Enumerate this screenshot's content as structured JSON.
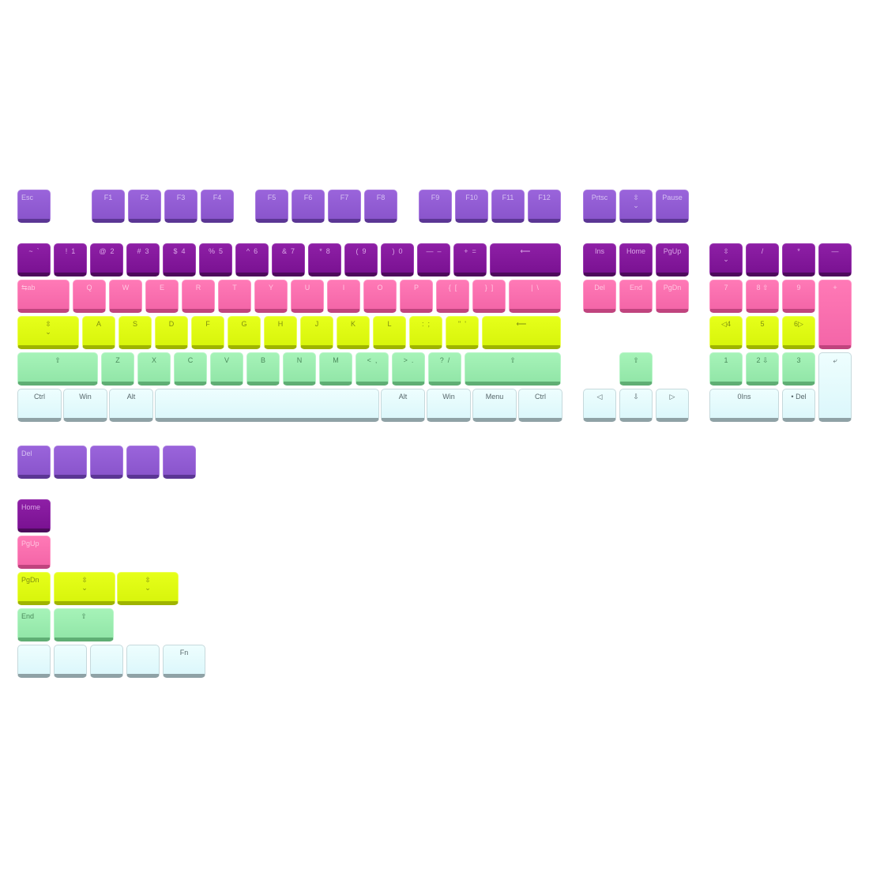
{
  "colors": {
    "dark_purple": "#851aa0",
    "lavender": "#9360d6",
    "pink": "#fb70b1",
    "lime": "#dffa10",
    "mint": "#9cedb0",
    "ice": "#e6fbfd"
  },
  "keys": {
    "esc": "Esc",
    "f1": "F1",
    "f2": "F2",
    "f3": "F3",
    "f4": "F4",
    "f5": "F5",
    "f6": "F6",
    "f7": "F7",
    "f8": "F8",
    "f9": "F9",
    "f10": "F10",
    "f11": "F11",
    "f12": "F12",
    "prtsc": "Prtsc",
    "scroll": "⇳\n⌄",
    "pause": "Pause",
    "grave": "~  `",
    "k1": "!  1",
    "k2": "@  2",
    "k3": "#  3",
    "k4": "$  4",
    "k5": "%  5",
    "k6": "^  6",
    "k7": "&  7",
    "k8": "*  8",
    "k9": "(  9",
    "k0": ")  0",
    "minus": "—  –",
    "equal": "+  =",
    "backspace": "⟵",
    "ins": "Ins",
    "home": "Home",
    "pgup": "PgUp",
    "numlock": "⇳\n⌄",
    "num_slash": "/",
    "num_star": "*",
    "num_minus": "—",
    "tab": "⇆ab",
    "q": "Q",
    "w": "W",
    "e": "E",
    "r": "R",
    "t": "T",
    "y": "Y",
    "u": "U",
    "i": "I",
    "o": "O",
    "p": "P",
    "lbracket": "{  [",
    "rbracket": "}  ]",
    "backslash": "|  \\",
    "del": "Del",
    "end": "End",
    "pgdn": "PgDn",
    "num7": "7",
    "num8": "8 ⇧",
    "num9": "9",
    "num_plus": "+",
    "caps": "⇳\n⌄",
    "a": "A",
    "s": "S",
    "d": "D",
    "f": "F",
    "g": "G",
    "h": "H",
    "j": "J",
    "k": "K",
    "l": "L",
    "semicolon": ":  ;",
    "quote": "\"  '",
    "enter": "⟵",
    "num4": "◁4",
    "num5": "5",
    "num6": "6▷",
    "lshift": "⇧",
    "z": "Z",
    "x": "X",
    "c": "C",
    "v": "V",
    "b": "B",
    "n": "N",
    "m": "M",
    "comma": "<  ,",
    "period": ">  .",
    "slash": "?  /",
    "rshift": "⇧",
    "up": "⇧",
    "num1": "1",
    "num2": "2 ⇩",
    "num3": "3",
    "num_enter": "⤶",
    "lctrl": "Ctrl",
    "lwin": "Win",
    "lalt": "Alt",
    "space": "",
    "ralt": "Alt",
    "rwin": "Win",
    "menu": "Menu",
    "rctrl": "Ctrl",
    "left": "◁",
    "down": "⇩",
    "right": "▷",
    "num0": "0Ins",
    "num_dot": "• Del",
    "extra_del": "Del",
    "extra_p2": "",
    "extra_p3": "",
    "extra_p4": "",
    "extra_p5": "",
    "extra_home": "Home",
    "extra_pgup": "PgUp",
    "extra_pgdn": "PgDn",
    "extra_caps1": "⇳\n⌄",
    "extra_caps2": "⇳\n⌄",
    "extra_end": "End",
    "extra_shift": "⇧",
    "extra_c1": "",
    "extra_c2": "",
    "extra_c3": "",
    "extra_c4": "",
    "extra_fn": "Fn"
  }
}
